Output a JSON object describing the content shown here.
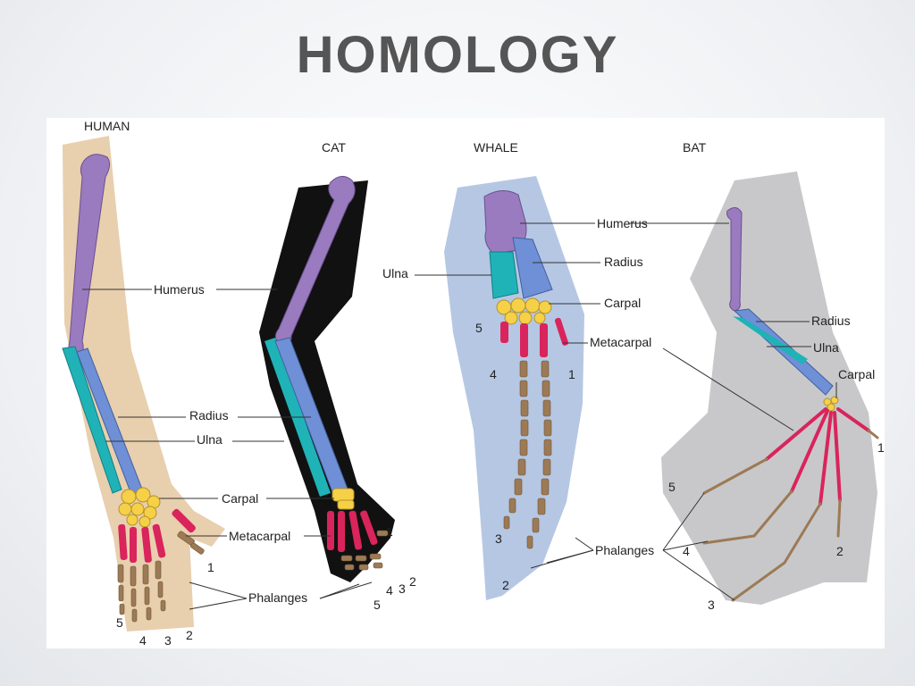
{
  "title": "HOMOLOGY",
  "animals": {
    "human": "HUMAN",
    "cat": "CAT",
    "whale": "WHALE",
    "bat": "BAT"
  },
  "labels": {
    "humerus": "Humerus",
    "radius": "Radius",
    "ulna": "Ulna",
    "carpal": "Carpal",
    "metacarpal": "Metacarpal",
    "phalanges": "Phalanges"
  },
  "digits": {
    "d1": "1",
    "d2": "2",
    "d3": "3",
    "d4": "4",
    "d5": "5"
  },
  "colors": {
    "humerus": "#9b7bbf",
    "radius": "#6f8fd6",
    "ulna": "#1fb3b8",
    "carpal": "#f6d047",
    "metacarpal": "#d9245c",
    "phalanges": "#9c7a55"
  }
}
